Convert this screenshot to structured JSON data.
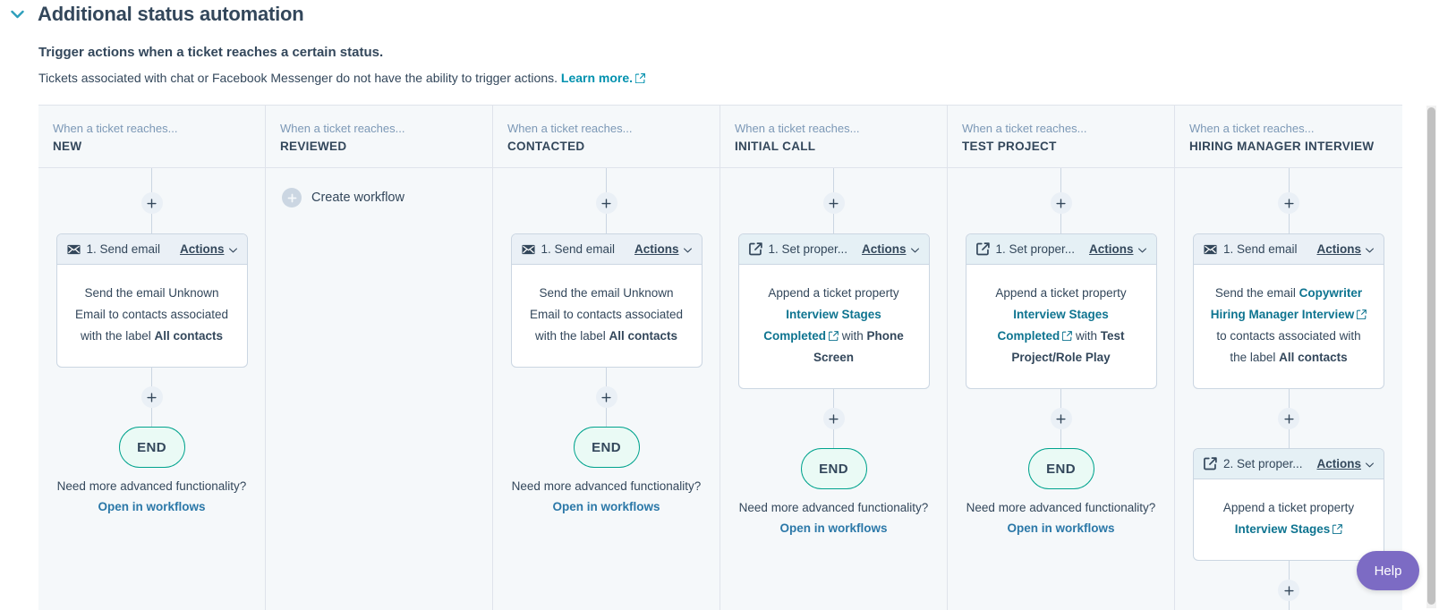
{
  "header": {
    "chevron_icon": "chevron-down-icon",
    "title": "Additional status automation",
    "subtitle": "Trigger actions when a ticket reaches a certain status.",
    "description": "Tickets associated with chat or Facebook Messenger do not have the ability to trigger actions.",
    "learn_more_label": "Learn more.",
    "learn_more_icon": "external-link-icon"
  },
  "common": {
    "eyebrow": "When a ticket reaches...",
    "actions_label": "Actions",
    "actions_caret_icon": "caret-down-icon",
    "plus_icon": "plus-icon",
    "end_label": "END",
    "footer_question": "Need more advanced functionality?",
    "footer_link": "Open in workflows",
    "email_icon": "envelope-icon",
    "set_property_icon": "edit-square-icon",
    "external_link_icon": "external-link-icon"
  },
  "columns": [
    {
      "status": "NEW",
      "has_create_workflow": false,
      "create_workflow_label": "",
      "cards": [
        {
          "icon": "envelope-icon",
          "title": "1. Send email",
          "body": [
            {
              "text": "Send the email Unknown Email to contacts associated with the label ",
              "style": "normal"
            },
            {
              "text": "All contacts",
              "style": "bold"
            }
          ]
        }
      ],
      "has_end": true,
      "has_footer": true
    },
    {
      "status": "REVIEWED",
      "has_create_workflow": true,
      "create_workflow_label": "Create workflow",
      "cards": [],
      "has_end": false,
      "has_footer": false
    },
    {
      "status": "CONTACTED",
      "has_create_workflow": false,
      "create_workflow_label": "",
      "cards": [
        {
          "icon": "envelope-icon",
          "title": "1. Send email",
          "body": [
            {
              "text": "Send the email Unknown Email to contacts associated with the label ",
              "style": "normal"
            },
            {
              "text": "All contacts",
              "style": "bold"
            }
          ]
        }
      ],
      "has_end": true,
      "has_footer": true
    },
    {
      "status": "INITIAL CALL",
      "has_create_workflow": false,
      "create_workflow_label": "",
      "cards": [
        {
          "icon": "edit-square-icon",
          "title": "1. Set proper...",
          "body": [
            {
              "text": "Append a ticket property ",
              "style": "normal"
            },
            {
              "text": "Interview Stages Completed",
              "style": "link"
            },
            {
              "text": " with ",
              "style": "normal"
            },
            {
              "text": "Phone Screen",
              "style": "bold"
            }
          ]
        }
      ],
      "has_end": true,
      "has_footer": true
    },
    {
      "status": "TEST PROJECT",
      "has_create_workflow": false,
      "create_workflow_label": "",
      "cards": [
        {
          "icon": "edit-square-icon",
          "title": "1. Set proper...",
          "body": [
            {
              "text": "Append a ticket property ",
              "style": "normal"
            },
            {
              "text": "Interview Stages Completed",
              "style": "link"
            },
            {
              "text": " with ",
              "style": "normal"
            },
            {
              "text": "Test Project/Role Play",
              "style": "bold"
            }
          ]
        }
      ],
      "has_end": true,
      "has_footer": true
    },
    {
      "status": "HIRING MANAGER INTERVIEW",
      "has_create_workflow": false,
      "create_workflow_label": "",
      "cards": [
        {
          "icon": "envelope-icon",
          "title": "1. Send email",
          "body": [
            {
              "text": "Send the email ",
              "style": "normal"
            },
            {
              "text": "Copywriter Hiring Manager Interview",
              "style": "link"
            },
            {
              "text": " to contacts associated with the label ",
              "style": "normal"
            },
            {
              "text": "All contacts",
              "style": "bold"
            }
          ]
        },
        {
          "icon": "edit-square-icon",
          "title": "2. Set proper...",
          "body": [
            {
              "text": "Append a ticket property ",
              "style": "normal"
            },
            {
              "text": "Interview Stages",
              "style": "link"
            }
          ]
        }
      ],
      "has_end": false,
      "has_footer": false
    }
  ],
  "help": {
    "label": "Help"
  }
}
